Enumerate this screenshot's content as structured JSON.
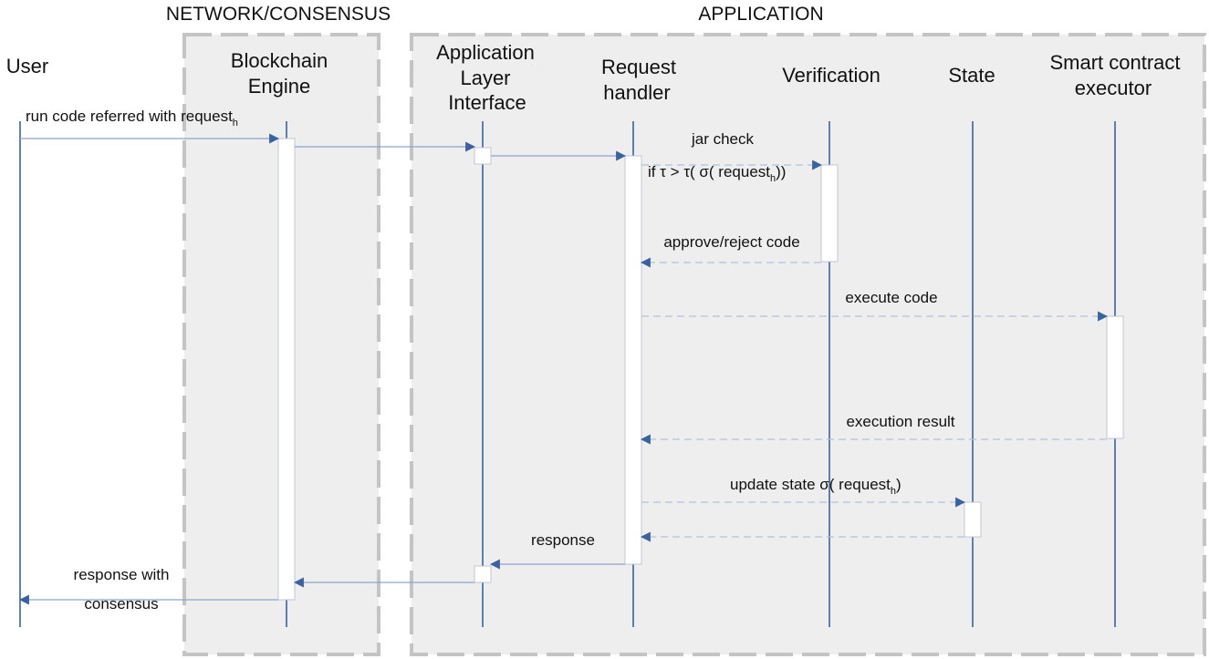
{
  "groups": {
    "network": "NETWORK/CONSENSUS",
    "application": "APPLICATION"
  },
  "participants": {
    "user": "User",
    "blockchain_engine": [
      "Blockchain",
      "Engine"
    ],
    "application_layer_interface": [
      "Application",
      "Layer",
      "Interface"
    ],
    "request_handler": [
      "Request",
      "handler"
    ],
    "verification": "Verification",
    "state": "State",
    "smart_contract_executor": [
      "Smart contract",
      "executor"
    ]
  },
  "messages": {
    "run_code": {
      "text": "run code referred with request",
      "sub": "h"
    },
    "jar_check": "jar check",
    "condition": {
      "pre": "if τ > τ( σ( request",
      "sub": "h",
      "post": "))"
    },
    "approve_reject": "approve/reject code",
    "execute_code": "execute code",
    "execution_result": "execution result",
    "update_state": {
      "text": "update state σ( request",
      "sub": "h",
      "post": ")"
    },
    "response": "response",
    "response_with": "response with",
    "consensus": "consensus"
  },
  "colors": {
    "lifeline": "#3a62a0",
    "arrowhead": "#3a62a0",
    "group_fill": "#eeeeee",
    "group_border": "#c4c4c4"
  }
}
